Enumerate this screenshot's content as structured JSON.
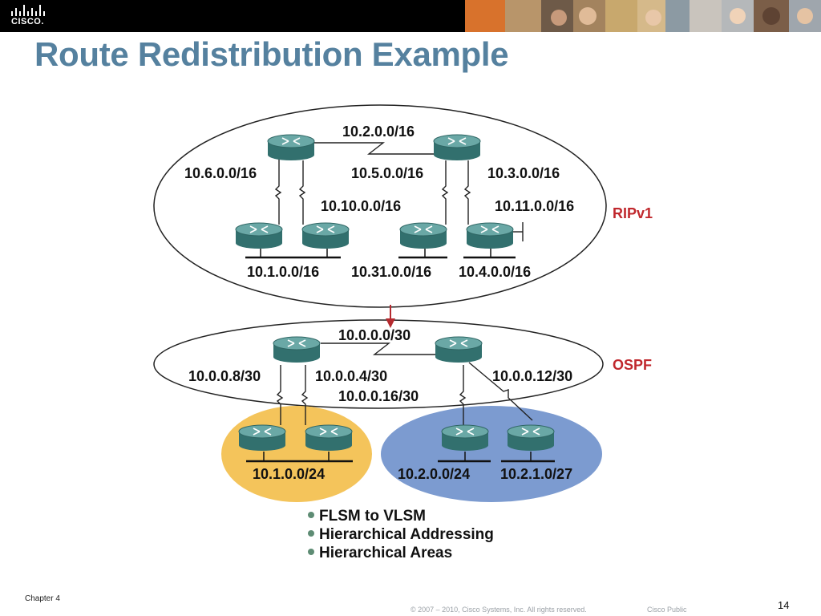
{
  "header": {
    "logo_text": "CISCO.",
    "title": "Route Redistribution Example"
  },
  "diagram": {
    "ripv1": {
      "protocol_label": "RIPv1",
      "links": [
        "10.2.0.0/16",
        "10.6.0.0/16",
        "10.5.0.0/16",
        "10.3.0.0/16",
        "10.10.0.0/16",
        "10.11.0.0/16"
      ],
      "lans": [
        "10.1.0.0/16",
        "10.31.0.0/16",
        "10.4.0.0/16"
      ]
    },
    "ospf": {
      "protocol_label": "OSPF",
      "links": [
        "10.0.0.0/30",
        "10.0.0.8/30",
        "10.0.0.4/30",
        "10.0.0.12/30",
        "10.0.0.16/30"
      ],
      "lans": [
        "10.1.0.0/24",
        "10.2.0.0/24",
        "10.2.1.0/27"
      ]
    },
    "colors": {
      "area_left": "#f4c45b",
      "area_right": "#7c9bd0",
      "router": "#4f8c8a",
      "arrow": "#b52a2f",
      "title": "#55819f"
    }
  },
  "bullets": [
    "FLSM to VLSM",
    "Hierarchical Addressing",
    "Hierarchical Areas"
  ],
  "footer": {
    "chapter": "Chapter 4",
    "copyright": "© 2007 – 2010, Cisco Systems, Inc. All rights reserved.",
    "classification": "Cisco Public",
    "page_number": "14"
  }
}
